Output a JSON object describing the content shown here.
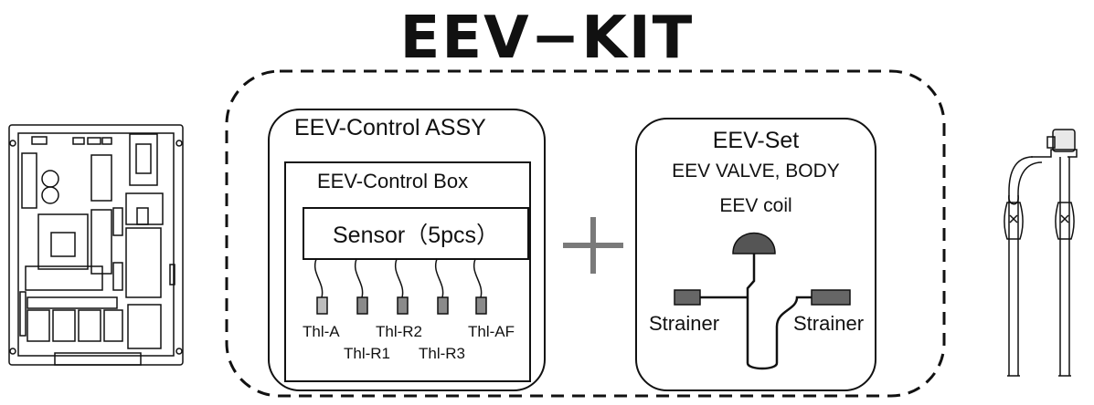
{
  "title": "EEV−KIT",
  "assy": {
    "title": "EEV-Control ASSY",
    "box_title": "EEV-Control Box",
    "sensor_label": "Sensor（5pcs）",
    "sensors_top": [
      "Thl-A",
      "Thl-R2",
      "Thl-AF"
    ],
    "sensors_bottom": [
      "Thl-R1",
      "Thl-R3"
    ]
  },
  "set": {
    "title": "EEV-Set",
    "valve_label": "EEV VALVE, BODY",
    "coil_label": "EEV coil",
    "strainer_left": "Strainer",
    "strainer_right": "Strainer"
  },
  "colors": {
    "line": "#111111",
    "coil": "#555555",
    "strainer": "#666666",
    "plus": "#7a7a7a"
  },
  "icons": [
    "control-pcb-illustration",
    "eev-valve-illustration",
    "plus-icon"
  ]
}
